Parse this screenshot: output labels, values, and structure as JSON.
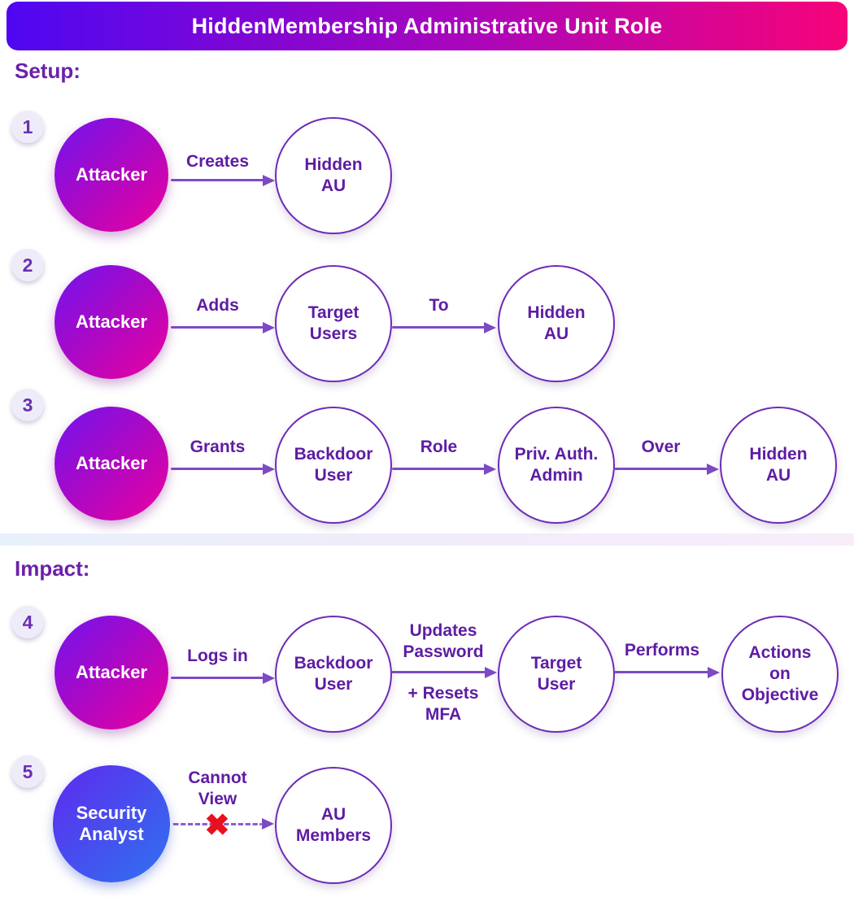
{
  "header": {
    "title": "HiddenMembership Administrative Unit Role"
  },
  "sections": [
    {
      "label": "Setup:"
    },
    {
      "label": "Impact:"
    }
  ],
  "colors": {
    "header_gradient_start": "#4e07f2",
    "header_gradient_end": "#f60479",
    "node_border": "#6d2bb5",
    "node_text": "#5e1ca3",
    "arrow": "#7d4ac5",
    "attacker_gradient_start": "#7014ef",
    "attacker_gradient_end": "#ec019f",
    "analyst_gradient_start": "#5e2aee",
    "analyst_gradient_end": "#2f72ef",
    "blocked_x": "#e8101f"
  },
  "rows": [
    {
      "badge": "1",
      "actor": {
        "lines": [
          "Attacker"
        ]
      },
      "arrows": [
        {
          "label_lines": [
            "Creates"
          ]
        }
      ],
      "nodes": [
        {
          "lines": [
            "Hidden",
            "AU"
          ]
        }
      ]
    },
    {
      "badge": "2",
      "actor": {
        "lines": [
          "Attacker"
        ]
      },
      "arrows": [
        {
          "label_lines": [
            "Adds"
          ]
        },
        {
          "label_lines": [
            "To"
          ]
        }
      ],
      "nodes": [
        {
          "lines": [
            "Target",
            "Users"
          ]
        },
        {
          "lines": [
            "Hidden",
            "AU"
          ]
        }
      ]
    },
    {
      "badge": "3",
      "actor": {
        "lines": [
          "Attacker"
        ]
      },
      "arrows": [
        {
          "label_lines": [
            "Grants"
          ]
        },
        {
          "label_lines": [
            "Role"
          ]
        },
        {
          "label_lines": [
            "Over"
          ]
        }
      ],
      "nodes": [
        {
          "lines": [
            "Backdoor",
            "User"
          ]
        },
        {
          "lines": [
            "Priv. Auth.",
            "Admin"
          ]
        },
        {
          "lines": [
            "Hidden",
            "AU"
          ]
        }
      ]
    },
    {
      "badge": "4",
      "actor": {
        "lines": [
          "Attacker"
        ]
      },
      "arrows": [
        {
          "label_lines": [
            "Logs in"
          ]
        },
        {
          "label_lines": [
            "Updates",
            "Password"
          ],
          "sub_label_lines": [
            "+ Resets",
            "MFA"
          ]
        },
        {
          "label_lines": [
            "Performs"
          ]
        }
      ],
      "nodes": [
        {
          "lines": [
            "Backdoor",
            "User"
          ]
        },
        {
          "lines": [
            "Target",
            "User"
          ]
        },
        {
          "lines": [
            "Actions",
            "on",
            "Objective"
          ]
        }
      ]
    },
    {
      "badge": "5",
      "actor": {
        "lines": [
          "Security",
          "Analyst"
        ]
      },
      "arrows": [
        {
          "label_lines": [
            "Cannot",
            "View"
          ],
          "style": "dashed",
          "blocked_icon": "✖"
        }
      ],
      "nodes": [
        {
          "lines": [
            "AU",
            "Members"
          ]
        }
      ]
    }
  ]
}
